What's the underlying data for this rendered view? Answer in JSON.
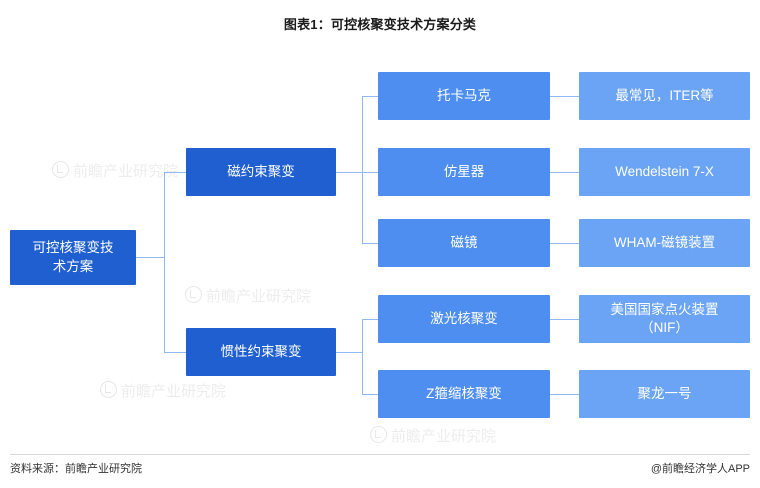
{
  "title": "图表1：可控核聚变技术方案分类",
  "footer": {
    "source": "资料来源：前瞻产业研究院",
    "brand": "@前瞻经济学人APP"
  },
  "watermark": {
    "text": "前瞻产业研究院"
  },
  "diagram": {
    "type": "tree",
    "root": {
      "label": "可控核聚变技\n术方案"
    },
    "branches": [
      {
        "label": "磁约束聚变",
        "children": [
          {
            "label": "托卡马克",
            "detail": "最常见，ITER等"
          },
          {
            "label": "仿星器",
            "detail": "Wendelstein 7-X"
          },
          {
            "label": "磁镜",
            "detail": "WHAM-磁镜装置"
          }
        ]
      },
      {
        "label": "惯性约束聚变",
        "children": [
          {
            "label": "激光核聚变",
            "detail": "美国国家点火装置\n（NIF）"
          },
          {
            "label": "Z箍缩核聚变",
            "detail": "聚龙一号"
          }
        ]
      }
    ]
  },
  "colors": {
    "root": "#1f5fd0",
    "level2": "#1f5fd0",
    "level3": "#4e8ef0",
    "level4": "#6ba4f5",
    "connector": "#8fb9ef"
  }
}
